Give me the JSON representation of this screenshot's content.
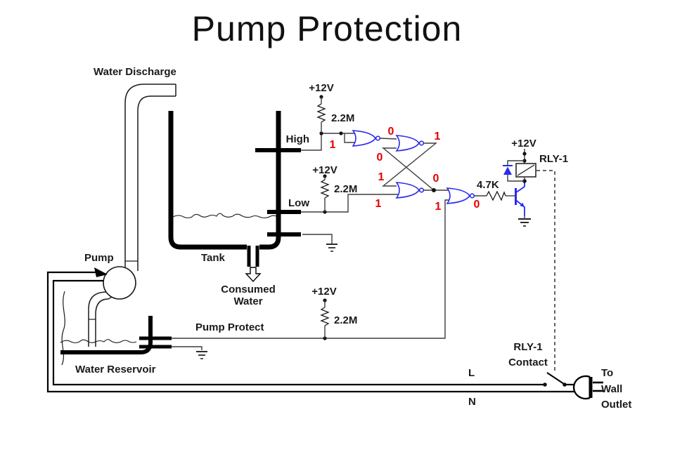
{
  "title": "Pump Protection",
  "diagram": {
    "plumbing": {
      "water_discharge": "Water Discharge",
      "pump": "Pump",
      "tank": "Tank",
      "consumed_1": "Consumed",
      "consumed_2": "Water",
      "reservoir": "Water Reservoir"
    },
    "sensors": {
      "high": "High",
      "low": "Low",
      "pump_protect": "Pump Protect"
    },
    "power": {
      "v12": "+12V",
      "line_l": "L",
      "line_n": "N"
    },
    "components": {
      "r_high": "2.2M",
      "r_low": "2.2M",
      "r_pump_protect": "2.2M",
      "r_base": "4.7K",
      "relay": "RLY-1",
      "contact_1": "RLY-1",
      "contact_2": "Contact",
      "outlet_1": "To",
      "outlet_2": "Wall",
      "outlet_3": "Outlet"
    },
    "logic": {
      "high_in": "1",
      "inv_out": "0",
      "latch_top_out": "1",
      "latch_top_in2": "0",
      "latch_bot_in1": "1",
      "latch_bot_in2": "1",
      "latch_node": "0",
      "gate4_in2": "1",
      "gate4_out": "0"
    },
    "colors": {
      "gate_blue": "#2a2aee",
      "logic_red": "#e60000",
      "wire_gray": "#3d3d3d",
      "ink_black": "#000000"
    }
  }
}
